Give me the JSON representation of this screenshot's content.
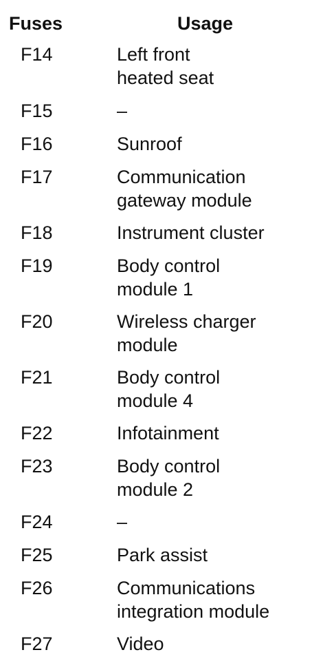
{
  "headers": {
    "fuses": "Fuses",
    "usage": "Usage"
  },
  "rows": [
    {
      "fuse": "F14",
      "usage": [
        "Left front",
        "heated seat"
      ]
    },
    {
      "fuse": "F15",
      "usage": [
        "–"
      ]
    },
    {
      "fuse": "F16",
      "usage": [
        "Sunroof"
      ]
    },
    {
      "fuse": "F17",
      "usage": [
        "Communication",
        "gateway module"
      ]
    },
    {
      "fuse": "F18",
      "usage": [
        "Instrument cluster"
      ]
    },
    {
      "fuse": "F19",
      "usage": [
        "Body control",
        "module 1"
      ]
    },
    {
      "fuse": "F20",
      "usage": [
        "Wireless charger",
        "module"
      ]
    },
    {
      "fuse": "F21",
      "usage": [
        "Body control",
        "module 4"
      ]
    },
    {
      "fuse": "F22",
      "usage": [
        "Infotainment"
      ]
    },
    {
      "fuse": "F23",
      "usage": [
        "Body control",
        "module 2"
      ]
    },
    {
      "fuse": "F24",
      "usage": [
        "–"
      ]
    },
    {
      "fuse": "F25",
      "usage": [
        "Park assist"
      ]
    },
    {
      "fuse": "F26",
      "usage": [
        "Communications",
        "integration module"
      ]
    },
    {
      "fuse": "F27",
      "usage": [
        "Video"
      ]
    }
  ]
}
